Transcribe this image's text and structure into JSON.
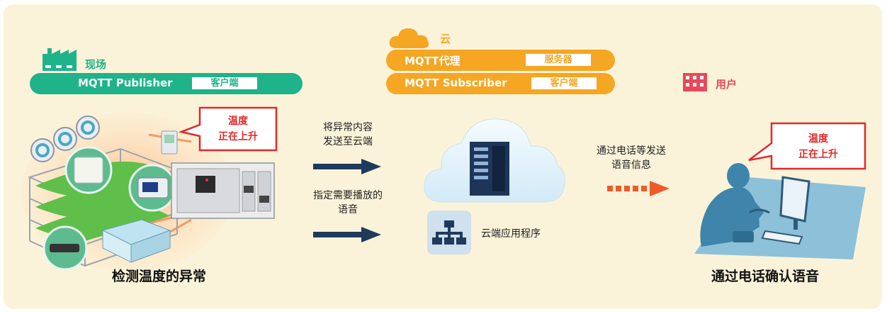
{
  "site": {
    "label": "现场",
    "role_label": "MQTT Publisher",
    "role_tag": "客户端",
    "alert_line1": "温度",
    "alert_line2": "正在上升",
    "caption": "检测温度的异常",
    "color": "#1fb38a"
  },
  "cloud": {
    "label": "云",
    "broker_label": "MQTT代理",
    "broker_tag": "服务器",
    "subscriber_label": "MQTT Subscriber",
    "subscriber_tag": "客户端",
    "app_label": "云端应用程序",
    "color": "#f5a623"
  },
  "user": {
    "label": "用户",
    "alert_line1": "温度",
    "alert_line2": "正在上升",
    "caption": "通过电话确认语音",
    "color": "#e8495a"
  },
  "flows": {
    "to_cloud_line1": "将异常内容",
    "to_cloud_line2": "发送至云端",
    "voice_line1": "指定需要播放的",
    "voice_line2": "语音",
    "to_user_line1": "通过电话等发送",
    "to_user_line2": "语音信息"
  },
  "icons": [
    "factory-icon",
    "cloud-icon",
    "building-icon",
    "network-icon",
    "server-icon",
    "plc-icon",
    "sensor-icon",
    "arrow-icon"
  ]
}
